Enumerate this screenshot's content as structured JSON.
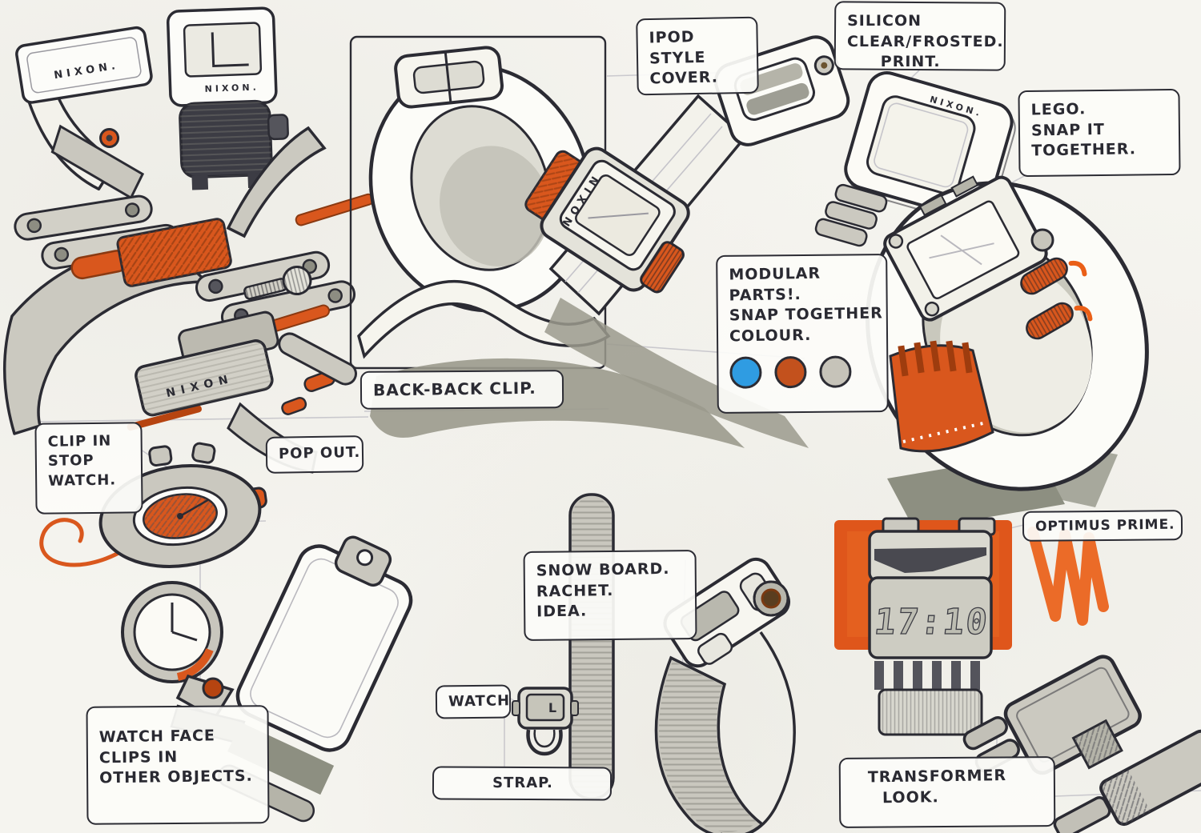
{
  "page": {
    "title": "Nixon watch concept sketch page"
  },
  "colors": {
    "paper": "#f5f4ef",
    "ink": "#2b2b33",
    "marker_orange": "#d9571d",
    "marker_orange_bright": "#ea5f17",
    "marker_gray": "#c9c7be",
    "marker_gray_dark": "#8d8f81",
    "pencil": "#c5c4ca"
  },
  "callouts": {
    "ipod_style_cover": {
      "lines": [
        "IPOD",
        "STYLE",
        "COVER."
      ]
    },
    "silicon_print": {
      "lines": [
        "SILICON",
        "CLEAR/FROSTED.",
        "PRINT."
      ]
    },
    "lego_snap": {
      "lines": [
        "LEGO.",
        "SNAP IT",
        "TOGETHER."
      ]
    },
    "modular_parts": {
      "lines": [
        "MODULAR",
        "PARTS!.",
        "SNAP TOGETHER",
        "COLOUR."
      ],
      "swatches": [
        {
          "name": "blue",
          "hex": "#2f9ce2"
        },
        {
          "name": "orange",
          "hex": "#c3511d"
        },
        {
          "name": "gray",
          "hex": "#c6c3b9"
        }
      ]
    },
    "back_back_clip": {
      "lines": [
        "BACK-BACK CLIP."
      ]
    },
    "clip_in_stop_watch": {
      "lines": [
        "CLIP IN",
        "STOP",
        "WATCH."
      ]
    },
    "pop_out": {
      "lines": [
        "POP OUT."
      ]
    },
    "snow_board": {
      "lines": [
        "SNOW BOARD.",
        "RACHET.",
        "IDEA."
      ]
    },
    "watch": {
      "lines": [
        "WATCH"
      ]
    },
    "strap": {
      "lines": [
        "STRAP."
      ]
    },
    "watch_face_clips": {
      "lines": [
        "WATCH FACE",
        "CLIPS IN",
        "OTHER OBJECTS."
      ]
    },
    "optimus_prime": {
      "lines": [
        "OPTIMUS PRIME."
      ]
    },
    "transformer_look": {
      "lines": [
        "TRANSFORMER",
        "LOOK."
      ]
    }
  },
  "sketches": {
    "brand_marks": {
      "top_left_profile": "NIXON.",
      "top_left_front": "NIXON.",
      "exploded_clasp": "NIXON",
      "strap_module": "NIXON",
      "top_right_flat": "NIXON."
    },
    "digital_watch": {
      "display_time": "17:10"
    },
    "mini_clip_watch": {
      "dial_letter": "L"
    }
  }
}
